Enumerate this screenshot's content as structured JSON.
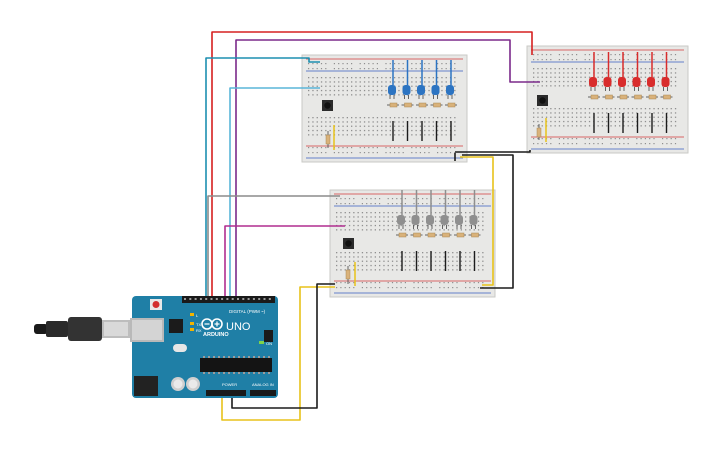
{
  "arduino": {
    "brand": "ARDUINO",
    "model": "UNO",
    "digital_label": "DIGITAL (PWM ~)",
    "power_label": "POWER",
    "analog_label": "ANALOG IN",
    "tx_label": "TX",
    "rx_label": "RX",
    "l_label": "L",
    "on_label": "ON"
  },
  "colors": {
    "board_blue": "#1f7fa6",
    "wire_red": "#d62020",
    "wire_purple": "#7b2a8a",
    "wire_teal": "#1d8fb0",
    "wire_lightblue": "#5ab6d8",
    "wire_gray": "#8c8c8c",
    "wire_magenta": "#b02d8f",
    "wire_yellow": "#e8c21a",
    "wire_black": "#1c1c1c",
    "led_blue": "#2c74c2",
    "led_red": "#d82c2c",
    "led_gray": "#8f8f8f"
  },
  "breadboards": [
    {
      "id": "top-left",
      "led_color": "led_blue",
      "led_count": 5
    },
    {
      "id": "top-right",
      "led_color": "led_red",
      "led_count": 6
    },
    {
      "id": "middle",
      "led_color": "led_gray",
      "led_count": 6
    }
  ]
}
